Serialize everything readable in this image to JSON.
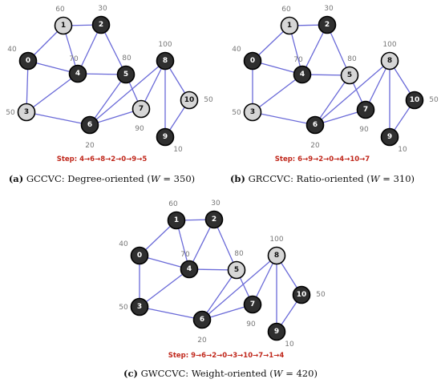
{
  "panels": [
    {
      "id": "a",
      "caption": {
        "tag": "(a)",
        "text": "GCCVC: Degree-oriented (",
        "var": "W",
        "eq": " = 350)"
      },
      "step": "Step: 4→6→8→2→0→9→5",
      "light_nodes": [
        "1",
        "3",
        "7",
        "10"
      ]
    },
    {
      "id": "b",
      "caption": {
        "tag": "(b)",
        "text": "GRCCVC: Ratio-oriented (",
        "var": "W",
        "eq": " = 310)"
      },
      "step": "Step: 6→9→2→0→4→10→7",
      "light_nodes": [
        "1",
        "3",
        "5",
        "8"
      ]
    },
    {
      "id": "c",
      "caption": {
        "tag": "(c)",
        "text": "GWCCVC: Weight-oriented (",
        "var": "W",
        "eq": " = 420)"
      },
      "step": "Step: 9→6→2→0→3→10→7→1→4",
      "light_nodes": [
        "5",
        "8"
      ]
    }
  ],
  "graph": {
    "nodes": [
      {
        "id": "0",
        "weight": "40"
      },
      {
        "id": "1",
        "weight": "60"
      },
      {
        "id": "2",
        "weight": "30"
      },
      {
        "id": "3",
        "weight": "50"
      },
      {
        "id": "4",
        "weight": "70"
      },
      {
        "id": "5",
        "weight": "80"
      },
      {
        "id": "6",
        "weight": "20"
      },
      {
        "id": "7",
        "weight": "90"
      },
      {
        "id": "8",
        "weight": "100"
      },
      {
        "id": "9",
        "weight": "10"
      },
      {
        "id": "10",
        "weight": "50"
      }
    ],
    "edges": [
      [
        "0",
        "1"
      ],
      [
        "1",
        "2"
      ],
      [
        "1",
        "4"
      ],
      [
        "2",
        "4"
      ],
      [
        "2",
        "5"
      ],
      [
        "0",
        "4"
      ],
      [
        "0",
        "3"
      ],
      [
        "3",
        "4"
      ],
      [
        "3",
        "6"
      ],
      [
        "4",
        "5"
      ],
      [
        "5",
        "6"
      ],
      [
        "5",
        "7"
      ],
      [
        "6",
        "7"
      ],
      [
        "6",
        "8"
      ],
      [
        "7",
        "8"
      ],
      [
        "8",
        "9"
      ],
      [
        "8",
        "10"
      ],
      [
        "9",
        "10"
      ]
    ]
  },
  "colors": {
    "edge": "#6a6ad8",
    "node_dark": "#2f2f2f",
    "node_light": "#d6d6d6",
    "step_text": "#c0271b"
  }
}
